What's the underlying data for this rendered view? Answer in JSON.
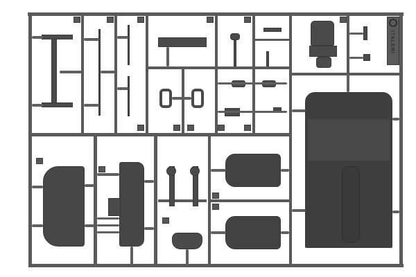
{
  "scene": {
    "description": "Grey plastic model car kit sprue with parts attached to runner frame",
    "background_color": "#ffffff",
    "plastic_color": "#4f4f4f",
    "runner_color": "#5a5a5a"
  },
  "sprue": {
    "brand_text": "ITALERI",
    "logo": "circle-logo",
    "parts": [
      {
        "name": "chassis-frame-rail"
      },
      {
        "name": "steering-rod"
      },
      {
        "name": "lever-arm-upper"
      },
      {
        "name": "lever-arm-lower"
      },
      {
        "name": "dashboard-bracket"
      },
      {
        "name": "mirror-frame-left"
      },
      {
        "name": "mirror-frame-right"
      },
      {
        "name": "gear-lever"
      },
      {
        "name": "pedal"
      },
      {
        "name": "small-bracket"
      },
      {
        "name": "spark-unit"
      },
      {
        "name": "engine-block"
      },
      {
        "name": "small-fittings"
      },
      {
        "name": "body-floor-pan"
      },
      {
        "name": "rear-seat"
      },
      {
        "name": "dashboard-panel"
      },
      {
        "name": "shock-absorber-left"
      },
      {
        "name": "shock-absorber-right"
      },
      {
        "name": "front-seat-upper"
      },
      {
        "name": "front-seat-lower"
      },
      {
        "name": "seat-cushion"
      }
    ]
  }
}
